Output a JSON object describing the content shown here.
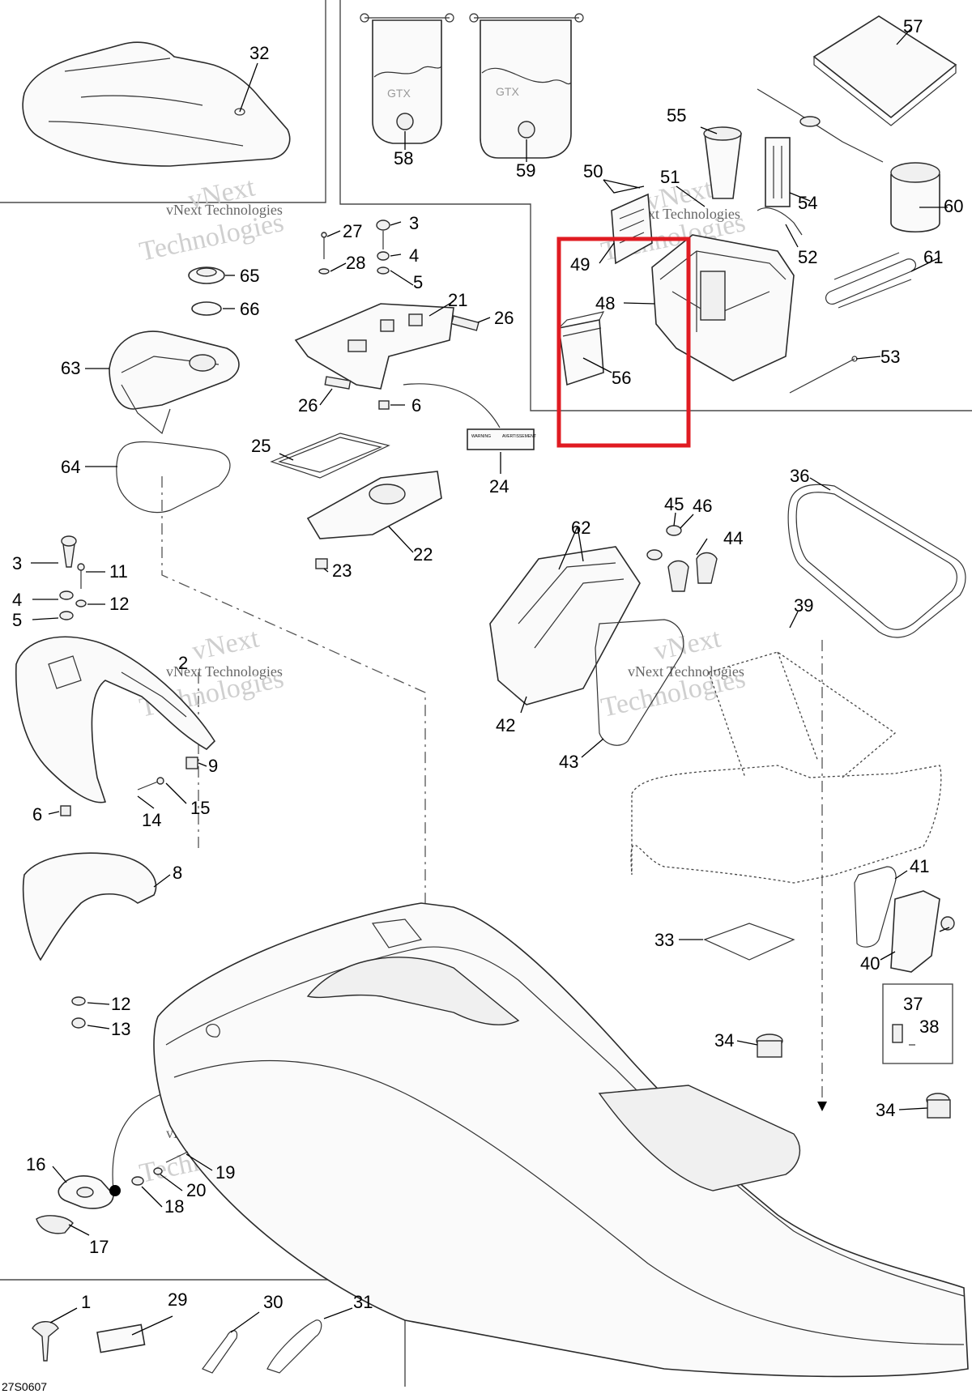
{
  "diagram_code": "27S0607",
  "highlight_color": "#e01b22",
  "watermark": {
    "line1": "vNext",
    "line2": "vNext Technologies",
    "line3": "Technologies"
  },
  "decals": {
    "model": "GTX",
    "warning_left": "WARNING",
    "warning_right": "AVERTISSEMENT"
  },
  "callouts": {
    "c1": "1",
    "c2": "2",
    "c3a": "3",
    "c3b": "3",
    "c4a": "4",
    "c4b": "4",
    "c5a": "5",
    "c5b": "5",
    "c6a": "6",
    "c6b": "6",
    "c8": "8",
    "c9": "9",
    "c11": "11",
    "c12a": "12",
    "c12b": "12",
    "c13": "13",
    "c14": "14",
    "c15": "15",
    "c16": "16",
    "c17": "17",
    "c18": "18",
    "c19": "19",
    "c20": "20",
    "c21": "21",
    "c22": "22",
    "c23": "23",
    "c24": "24",
    "c25": "25",
    "c26a": "26",
    "c26b": "26",
    "c27": "27",
    "c28": "28",
    "c29": "29",
    "c30": "30",
    "c31": "31",
    "c32": "32",
    "c33": "33",
    "c34a": "34",
    "c34b": "34",
    "c36": "36",
    "c37": "37",
    "c38": "38",
    "c39": "39",
    "c40": "40",
    "c41": "41",
    "c42": "42",
    "c43": "43",
    "c44": "44",
    "c45": "45",
    "c46": "46",
    "c48": "48",
    "c49": "49",
    "c50": "50",
    "c51": "51",
    "c52": "52",
    "c53": "53",
    "c54": "54",
    "c55": "55",
    "c56": "56",
    "c57": "57",
    "c58": "58",
    "c59": "59",
    "c60": "60",
    "c61": "61",
    "c62": "62",
    "c63": "63",
    "c64": "64",
    "c65": "65",
    "c66": "66"
  }
}
